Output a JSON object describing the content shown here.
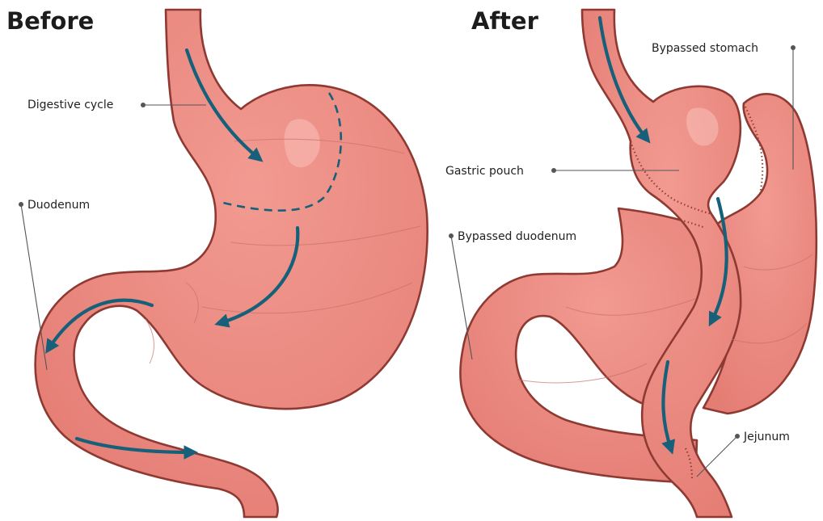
{
  "colors": {
    "tissue": "#ec8a82",
    "tissue_dark": "#d9746c",
    "outline": "#8e3a33",
    "highlight": "#f7bdb6",
    "arrow": "#17607a"
  },
  "before": {
    "heading": "Before",
    "labels": {
      "digestive_cycle": "Digestive cycle",
      "duodenum": "Duodenum"
    }
  },
  "after": {
    "heading": "After",
    "labels": {
      "bypassed_stomach": "Bypassed stomach",
      "gastric_pouch": "Gastric pouch",
      "bypassed_duodenum": "Bypassed duodenum",
      "jejunum": "Jejunum"
    }
  }
}
